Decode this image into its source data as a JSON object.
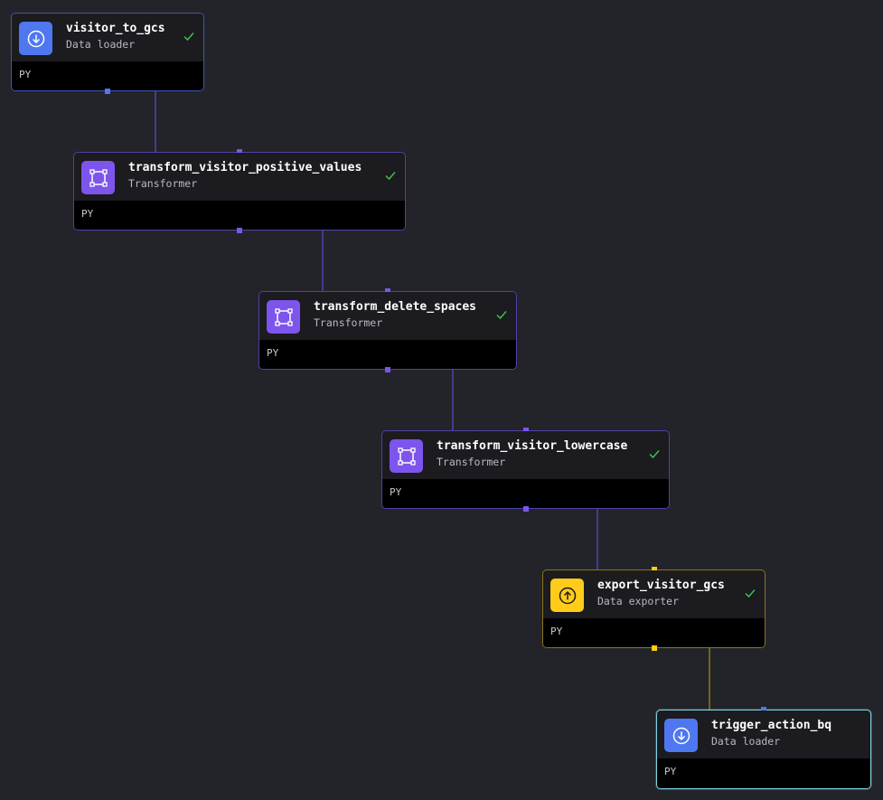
{
  "colors": {
    "background": "#232429",
    "data_loader": "#4f77f0",
    "transformer": "#7d55ec",
    "data_exporter": "#ffcc19",
    "status_success": "#3fbf4a",
    "selected_border": "#7fd1e0"
  },
  "pipeline": {
    "blocks": [
      {
        "name": "visitor_to_gcs",
        "type": "Data loader",
        "language": "PY",
        "status": "success",
        "icon": "download-icon"
      },
      {
        "name": "transform_visitor_positive_values",
        "type": "Transformer",
        "language": "PY",
        "status": "success",
        "icon": "transform-square-icon"
      },
      {
        "name": "transform_delete_spaces",
        "type": "Transformer",
        "language": "PY",
        "status": "success",
        "icon": "transform-square-icon"
      },
      {
        "name": "transform_visitor_lowercase",
        "type": "Transformer",
        "language": "PY",
        "status": "success",
        "icon": "transform-square-icon"
      },
      {
        "name": "export_visitor_gcs",
        "type": "Data exporter",
        "language": "PY",
        "status": "success",
        "icon": "upload-icon"
      },
      {
        "name": "trigger_action_bq",
        "type": "Data loader",
        "language": "PY",
        "status": "none",
        "selected": true,
        "icon": "download-icon"
      }
    ],
    "edges": [
      {
        "from": "visitor_to_gcs",
        "to": "transform_visitor_positive_values"
      },
      {
        "from": "transform_visitor_positive_values",
        "to": "transform_delete_spaces"
      },
      {
        "from": "transform_delete_spaces",
        "to": "transform_visitor_lowercase"
      },
      {
        "from": "transform_visitor_lowercase",
        "to": "export_visitor_gcs"
      },
      {
        "from": "export_visitor_gcs",
        "to": "trigger_action_bq"
      }
    ]
  }
}
